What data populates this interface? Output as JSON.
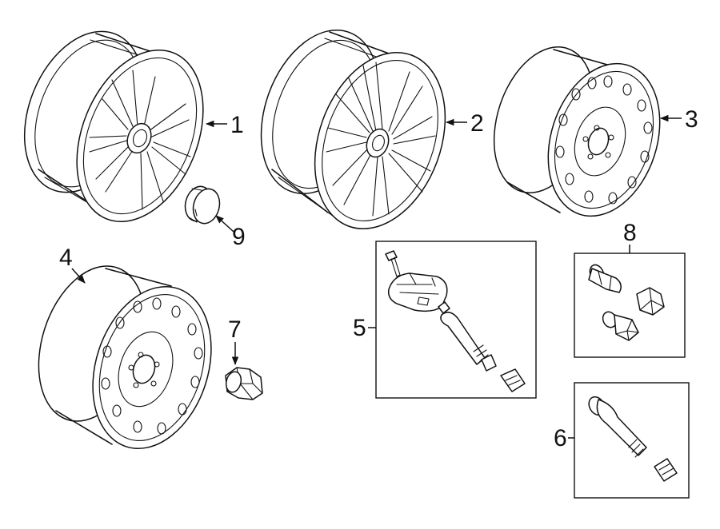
{
  "callouts": {
    "c1": "1",
    "c2": "2",
    "c3": "3",
    "c4": "4",
    "c5": "5",
    "c6": "6",
    "c7": "7",
    "c8": "8",
    "c9": "9"
  },
  "icons": [
    "alloy-wheel",
    "steel-wheel",
    "center-cap",
    "lug-nut",
    "tpms-sensor",
    "valve-stem",
    "locking-lug-nut-set"
  ]
}
